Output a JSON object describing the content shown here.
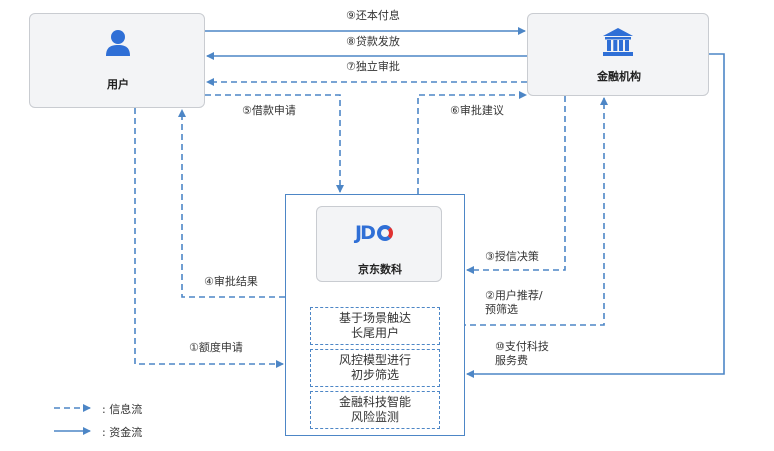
{
  "entities": {
    "user": {
      "label": "用户",
      "icon": "user-icon"
    },
    "bank": {
      "label": "金融机构",
      "icon": "bank-icon"
    },
    "jd": {
      "label": "京东数科",
      "logo_text": "JDD"
    }
  },
  "functions": [
    "基于场景触达\n长尾用户",
    "风控模型进行\n初步筛选",
    "金融科技智能\n风险监测"
  ],
  "flows": {
    "f1": "①额度申请",
    "f2": "②用户推荐/\n预筛选",
    "f3": "③授信决策",
    "f4": "④审批结果",
    "f5": "⑤借款申请",
    "f6": "⑥审批建议",
    "f7": "⑦独立审批",
    "f8": "⑧贷款发放",
    "f9": "⑨还本付息",
    "f10": "⑩支付科技\n服务费"
  },
  "legend": {
    "info": ": 信息流",
    "money": ": 资金流"
  },
  "colors": {
    "line": "#4d86c6",
    "icon": "#2f6fd6",
    "logo_blue": "#2f6fd6",
    "logo_red": "#e03131"
  }
}
